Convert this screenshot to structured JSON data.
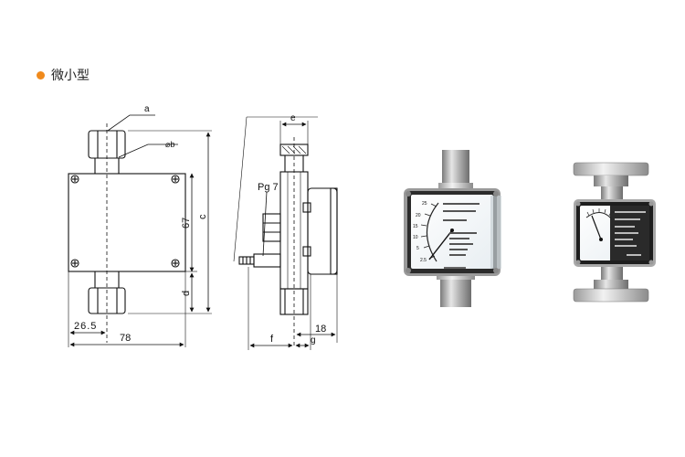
{
  "header": {
    "title": "微小型",
    "bullet_color": "#f08a1c"
  },
  "front_view": {
    "label_a": "a",
    "label_diam": "⌀b",
    "dim_67": "67",
    "dim_c": "c",
    "dim_d": "d",
    "dim_26_5": "26.5",
    "dim_78": "78"
  },
  "side_view": {
    "label_e": "e",
    "label_pg7": "Pg 7",
    "dim_f": "f",
    "dim_g": "g",
    "dim_18": "18"
  },
  "photos": {
    "scale_values": [
      "25",
      "20",
      "15",
      "10",
      "5",
      "2.5"
    ]
  }
}
